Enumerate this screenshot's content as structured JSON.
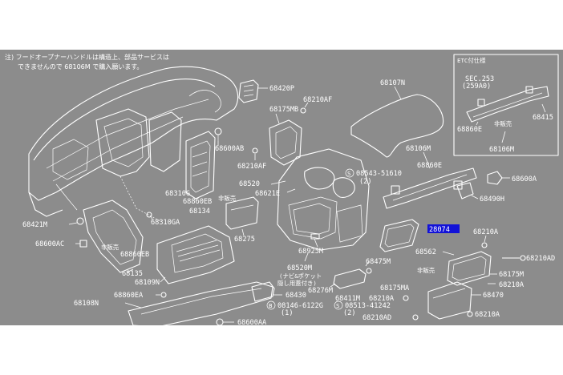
{
  "colors": {
    "background": "#8c8c8c",
    "line": "#ffffff",
    "highlight": "#1212d8"
  },
  "note": {
    "line1": "注) フードオープナーハンドルは構造上、部品サービスは",
    "line2": "できませんので 68106M で購入願います。"
  },
  "inset": {
    "title": "ETC付仕様",
    "sec": "SEC.253",
    "sec_ref": "(259A0)",
    "labels": {
      "p68860e": "68860E",
      "p68106m": "68106M",
      "p68415": "68415",
      "hibaibai": "非販売"
    }
  },
  "labels": {
    "p68420p": "68420P",
    "p68107n": "68107N",
    "p68175mb": "68175MB",
    "p68210af_1": "68210AF",
    "p68600ab": "68600AB",
    "p68210af_2": "68210AF",
    "p68106m": "68106M",
    "p68860e": "68860E",
    "p68600a_1": "68600A",
    "p68490h": "68490H",
    "p68520": "68520",
    "p68621e": "68621E",
    "p08543": "08543-51610",
    "p08543_qty": "(2)",
    "p68310g": "68310G",
    "p68860eb_1": "68860EB",
    "hibaibai_1": "非販売",
    "p68134": "68134",
    "p68421m": "68421M",
    "p68310ga": "68310GA",
    "p68600ac": "68600AC",
    "hibaibai_2": "非販売",
    "p68860eb_2": "68860EB",
    "p68275": "68275",
    "p68925m": "68925M",
    "p68074": "28074",
    "p68210a_1": "68210A",
    "p68562": "68562",
    "p68210ad_1": "68210AD",
    "p68475m": "68475M",
    "p68135": "68135",
    "p68109n": "68109N",
    "p68520m": "68520M",
    "navi_1": "(ナビ&ポケット",
    "navi_2": "隠し用蓋付き)",
    "p68276m": "68276M",
    "p68411m": "68411M",
    "hibaibai_3": "非販売",
    "p68175m": "68175M",
    "p68210a_2": "68210A",
    "p68175ma": "68175MA",
    "p68470": "68470",
    "p68860ea": "68860EA",
    "p68108n": "68108N",
    "p68430": "68430",
    "p08146": "08146-6122G",
    "p08146_qty": "(1)",
    "p08513": "08513-41242",
    "p08513_qty": "(2)",
    "p68210a_3": "68210A",
    "p68210ad_2": "68210AD",
    "p68210a_4": "68210A",
    "p68600aa": "68600AA",
    "circle_b": "B",
    "circle_s1": "S",
    "circle_s2": "S"
  }
}
